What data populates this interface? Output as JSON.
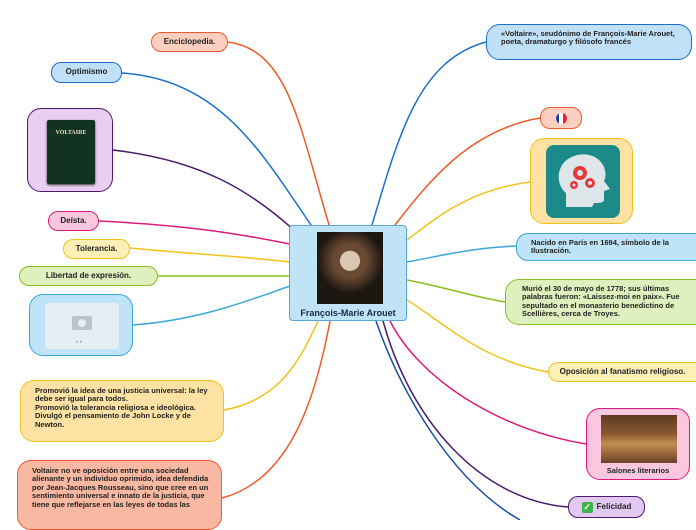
{
  "central": {
    "title": "François-Marie Arouet"
  },
  "left": {
    "enciclopedia": "Enciclopedia.",
    "optimismo": "Optimismo",
    "deista": "Deísta.",
    "tolerancia": "Tolerancia.",
    "libertad": "Libertad de expresión.",
    "book_title": "VOLTAIRE",
    "justicia": "Promovió la idea de una justicia universal: la ley debe ser igual para todos.\nPromovió la tolerancia religiosa e ideológica.\nDivulgó el pensamiento de John Locke y de Newton.",
    "rousseau": "Voltaire no ve oposición entre una sociedad alienante y un individuo oprimido, idea defendida por Jean-Jacques Rousseau, sino que cree en un sentimiento universal e innato de la justicia, que tiene que reflejarse en las leyes de todas las"
  },
  "right": {
    "seudonimo": "«Voltaire», seudónimo de François-Marie Arouet, poeta, dramaturgo y filósofo francés",
    "flag": "🇫🇷",
    "nacido": "Nacido en París en 1694, símbolo de la Ilustración.",
    "murio": "Murió el 30 de mayo de 1778; sus últimas palabras fueron: «Laissez-moi en paix». Fue sepultado en el monasterio benedictino de Scellières, cerca de Troyes.",
    "oposicion": "Oposición al fanatismo religioso.",
    "salones": "Salones literarios",
    "felicidad": "Felicidad",
    "check": "✅"
  },
  "colors": {
    "orange": "#ef5b2b",
    "blue": "#1b6fc9",
    "purple": "#4a1a6b",
    "pink": "#e01a7a",
    "yellow": "#f2c21a",
    "lime": "#8bbf1f",
    "cyan": "#3aa7d6",
    "navy": "#1a4fa0"
  }
}
